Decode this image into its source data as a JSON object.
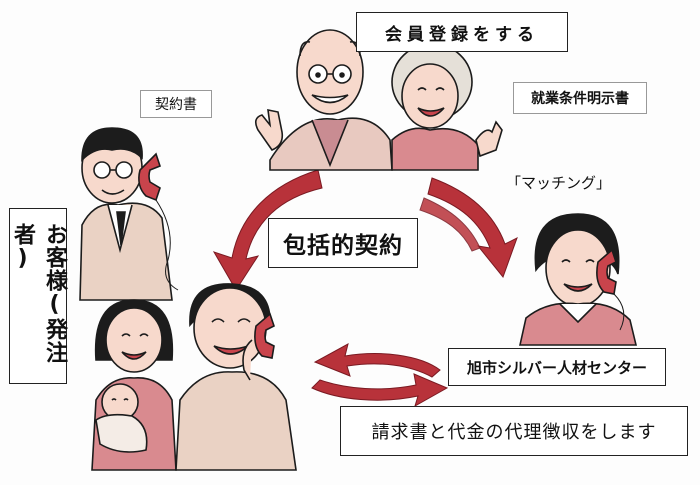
{
  "labels": {
    "member_registration": "会員登録をする",
    "contract_document": "契約書",
    "employment_terms": "就業条件明示書",
    "matching": "「マッチング」",
    "comprehensive_contract": "包括的契約",
    "customer": "お客様(発注者)",
    "center_name": "旭市シルバー人材センター",
    "billing": "請求書と代金の代理徴収をします"
  },
  "colors": {
    "arrow": "#b8323a",
    "arrow_dark": "#8f1f29",
    "skin": "#f7d9cc",
    "hair": "#1c1c1c",
    "phone": "#c9444c"
  }
}
